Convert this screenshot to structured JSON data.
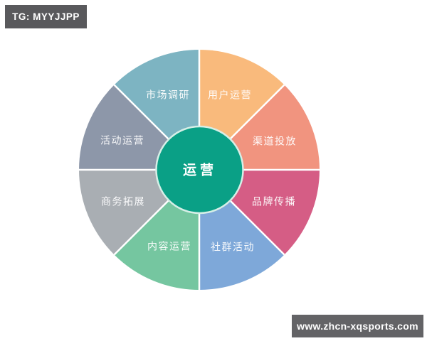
{
  "watermarks": {
    "telegram_badge": "TG: MYYJJPP",
    "website_badge": "www.zhcn-xqsports.com",
    "badge_bg_color": "#59595c"
  },
  "diagram": {
    "center": {
      "label": "运营",
      "color": "#0aa086",
      "ring_color": "#d6efe7"
    },
    "divider_color": "#ffffff",
    "segments": [
      {
        "label": "用户运营",
        "color": "#f9ba7c"
      },
      {
        "label": "渠道投放",
        "color": "#f1947f"
      },
      {
        "label": "品牌传播",
        "color": "#d55d85"
      },
      {
        "label": "社群活动",
        "color": "#7ea8d9"
      },
      {
        "label": "内容运营",
        "color": "#75c6a0"
      },
      {
        "label": "商务拓展",
        "color": "#a9aeb3"
      },
      {
        "label": "活动运营",
        "color": "#8d97a9"
      },
      {
        "label": "市场调研",
        "color": "#7db4c2"
      }
    ]
  }
}
